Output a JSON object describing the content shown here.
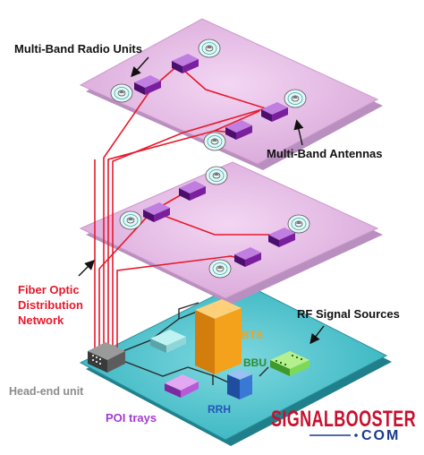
{
  "labels": {
    "radio_units": "Multi-Band Radio Units",
    "antennas": "Multi-Band Antennas",
    "fiber_line1": "Fiber Optic",
    "fiber_line2": "Distribution",
    "fiber_line3": "Network",
    "rf_sources": "RF Signal Sources",
    "bts": "BTS",
    "bbu": "BBU",
    "rrh": "RRH",
    "headend": "Head-end unit",
    "poi": "POI trays"
  },
  "brand": {
    "name": "SIGNALBOOSTER",
    "suffix": "COM"
  },
  "colors": {
    "floor": "#e6b9e6",
    "floor_edge": "#b98fc0",
    "ground": "#43bfc9",
    "ground_edge": "#2b8f9b",
    "fiber": "#e8192c",
    "radio_unit": "#7a1f9e",
    "bts": "#f4a21c",
    "bbu": "#7ed957",
    "rrh": "#3a78d6",
    "poi": "#b85ad6"
  }
}
